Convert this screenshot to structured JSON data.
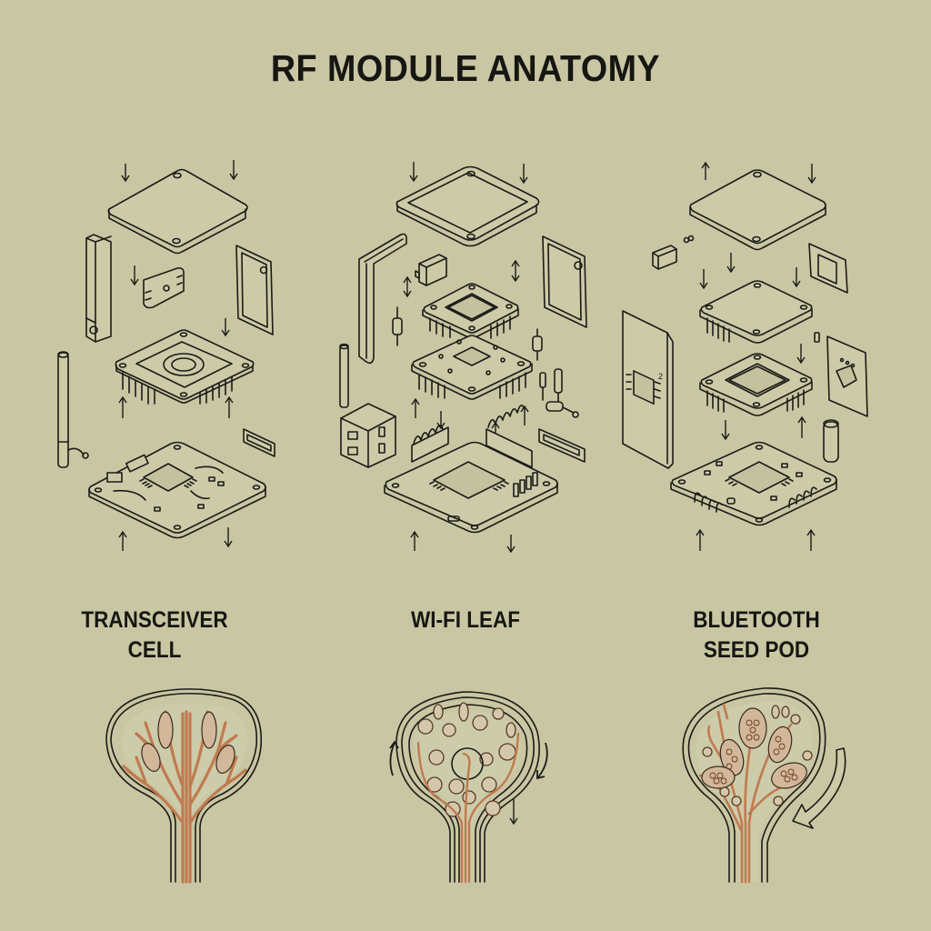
{
  "title": "RF MODULE ANATOMY",
  "colors": {
    "background": "#c9c6a3",
    "ink": "#1b1b17",
    "copper_trace": "#c07a4f",
    "pod_fill": "#d2b79a"
  },
  "panels": [
    {
      "id": "transceiver-cell",
      "label_lines": [
        "TRANSCEIVER",
        "CELL"
      ],
      "exploded_view_parts": [
        "top-cover-plate",
        "side-antenna-housing",
        "shield-clip",
        "gasket-frame",
        "rf-shield-can-with-pins",
        "whip-antenna",
        "pcb-with-qfp-chip",
        "connector-strip"
      ],
      "botanical_analogy": "branching-tree-with-seed-pods"
    },
    {
      "id": "wifi-leaf",
      "label_lines": [
        "WI-FI LEAF"
      ],
      "exploded_view_parts": [
        "top-cover-frame",
        "bent-bracket",
        "smd-component",
        "gasket-frame",
        "qfp-chip-carrier",
        "resistors",
        "pcb-with-pins",
        "ferrite-block",
        "connector-strip",
        "main-pcb-with-header-rows"
      ],
      "botanical_analogy": "leaf-with-cells-and-circulation-arrows"
    },
    {
      "id": "bluetooth-seed-pod",
      "label_lines": [
        "BLUETOOTH",
        "SEED POD"
      ],
      "exploded_view_parts": [
        "top-cover-plate",
        "small-component",
        "window-frame",
        "spacer-plate-with-pins",
        "side-pcb-board",
        "qfp-chip-carrier",
        "mini-chip-board",
        "cylindrical-capacitor",
        "base-pcb-with-headers"
      ],
      "botanical_analogy": "seed-pod-with-curved-inflow-arrow"
    }
  ]
}
